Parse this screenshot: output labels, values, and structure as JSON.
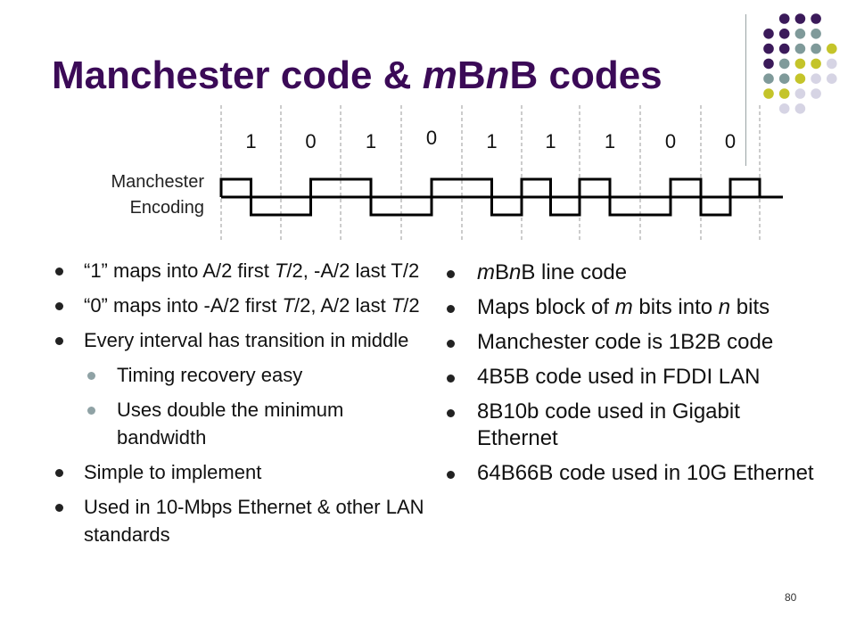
{
  "slide": {
    "title": {
      "prefix": "Manchester code & ",
      "m": "m",
      "b1": "B",
      "n": "n",
      "suffix": "B codes"
    },
    "diagram": {
      "label_line1": "Manchester",
      "label_line2": "Encoding",
      "bits": [
        "1",
        "0",
        "1",
        "0",
        "1",
        "1",
        "1",
        "0",
        "0"
      ]
    },
    "left_bullets": [
      {
        "text_html": "“1” maps into A/2 first <i>T</i>/2, -A/2 last T/2",
        "level": 1
      },
      {
        "text_html": "“0” maps into -A/2 first <i>T</i>/2, A/2 last <i>T</i>/2",
        "level": 1
      },
      {
        "text_html": "Every interval has transition in middle",
        "level": 1
      },
      {
        "text_html": "Timing recovery easy",
        "level": 2
      },
      {
        "text_html": "Uses double the minimum bandwidth",
        "level": 2
      },
      {
        "text_html": "Simple to implement",
        "level": 1
      },
      {
        "text_html": "Used in 10-Mbps Ethernet &amp; other LAN standards",
        "level": 1
      }
    ],
    "right_bullets": [
      {
        "text_html": "<i>m</i>B<i>n</i>B line code"
      },
      {
        "text_html": "Maps block of <i>m</i> bits into <i>n</i> bits"
      },
      {
        "text_html": "Manchester code is 1B2B code"
      },
      {
        "text_html": "4B5B code used in FDDI LAN"
      },
      {
        "text_html": "8B10b code used in Gigabit Ethernet"
      },
      {
        "text_html": "64B66B code used in 10G Ethernet"
      }
    ],
    "page_number": "80"
  },
  "colors": {
    "title": "#3b0a57",
    "purple": "#3b1a5a",
    "teal": "#7f9a9a",
    "lime": "#c4c42a",
    "lavender": "#d6d4e4"
  }
}
